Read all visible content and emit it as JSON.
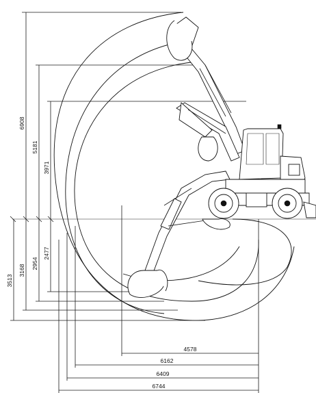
{
  "diagram": {
    "vertical_dimensions_left": [
      {
        "id": "dim-6908",
        "label": "6908"
      },
      {
        "id": "dim-5181",
        "label": "5181"
      },
      {
        "id": "dim-3971",
        "label": "3971"
      },
      {
        "id": "dim-3513",
        "label": "3513"
      },
      {
        "id": "dim-3168",
        "label": "3168"
      },
      {
        "id": "dim-2954",
        "label": "2954"
      },
      {
        "id": "dim-2477",
        "label": "2477"
      }
    ],
    "horizontal_dimensions_bottom": [
      {
        "id": "dim-4578",
        "label": "4578"
      },
      {
        "id": "dim-6162",
        "label": "6162"
      },
      {
        "id": "dim-6409",
        "label": "6409"
      },
      {
        "id": "dim-6744",
        "label": "6744"
      }
    ]
  }
}
